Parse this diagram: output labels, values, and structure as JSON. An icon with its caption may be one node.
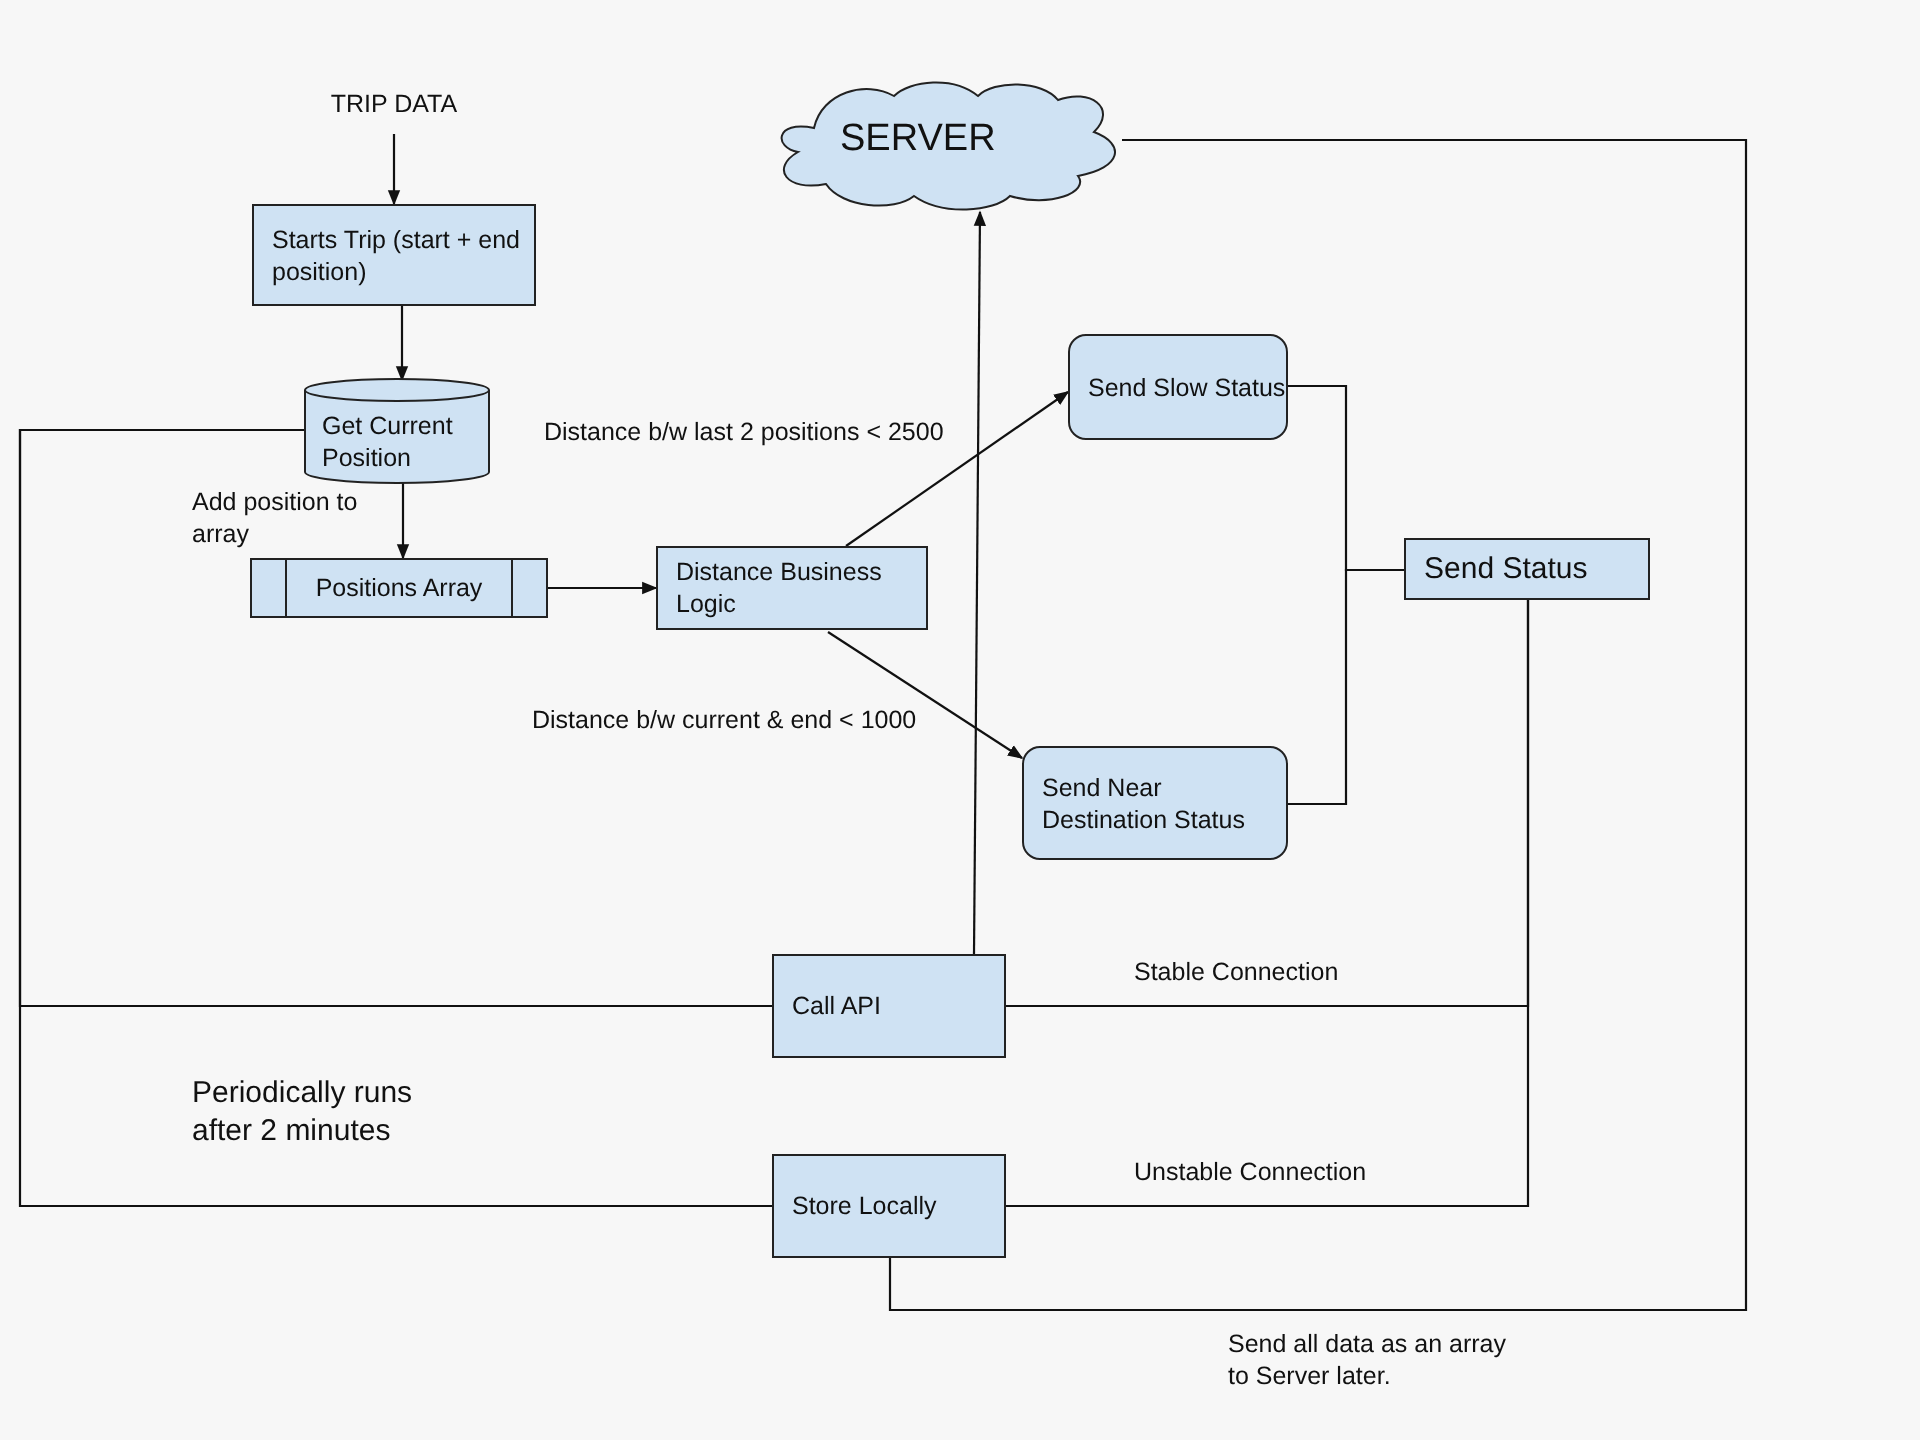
{
  "diagram": {
    "nodes": [
      {
        "text": [
          "TRIP DATA"
        ]
      },
      {
        "text": [
          "Starts Trip (start + end position)"
        ]
      },
      {
        "text": [
          "Get Current Position"
        ]
      },
      {
        "text": [
          "Positions Array"
        ]
      },
      {
        "text": [
          "Distance Business Logic"
        ]
      },
      {
        "text": [
          "SERVER"
        ]
      },
      {
        "text": [
          "Send Slow Status"
        ]
      },
      {
        "text": [
          "Send Near Destination Status"
        ]
      },
      {
        "text": [
          "Send Status"
        ]
      },
      {
        "text": [
          "Call API"
        ]
      },
      {
        "text": [
          "Store Locally"
        ]
      }
    ],
    "edges": [
      {
        "from": 0,
        "to": 1,
        "arrow": "to"
      },
      {
        "from": 1,
        "to": 2,
        "arrow": "to"
      },
      {
        "from": 2,
        "to": 3,
        "arrow": "to",
        "label": "Add position to array"
      },
      {
        "from": 3,
        "to": 4,
        "arrow": "to"
      },
      {
        "from": 4,
        "to": 6,
        "arrow": "to",
        "label": "Distance b/w last 2 positions < 2500"
      },
      {
        "from": 4,
        "to": 7,
        "arrow": "to",
        "label": "Distance b/w current & end < 1000"
      },
      {
        "from": 9,
        "to": 5,
        "arrow": "to"
      },
      {
        "from": 6,
        "to": 8,
        "arrow": "none"
      },
      {
        "from": 7,
        "to": 8,
        "arrow": "none"
      },
      {
        "from": 8,
        "to": 9,
        "arrow": "none",
        "label": "Stable Connection"
      },
      {
        "from": 8,
        "to": 10,
        "arrow": "none",
        "label": "Unstable Connection"
      },
      {
        "from": 2,
        "to": 9,
        "arrow": "none"
      },
      {
        "from": 2,
        "to": 10,
        "arrow": "none"
      },
      {
        "from": 10,
        "to": 5,
        "arrow": "none",
        "label": "Send all data as an array to Server later."
      }
    ],
    "labels": [
      "Periodically runs after 2 minutes"
    ]
  }
}
